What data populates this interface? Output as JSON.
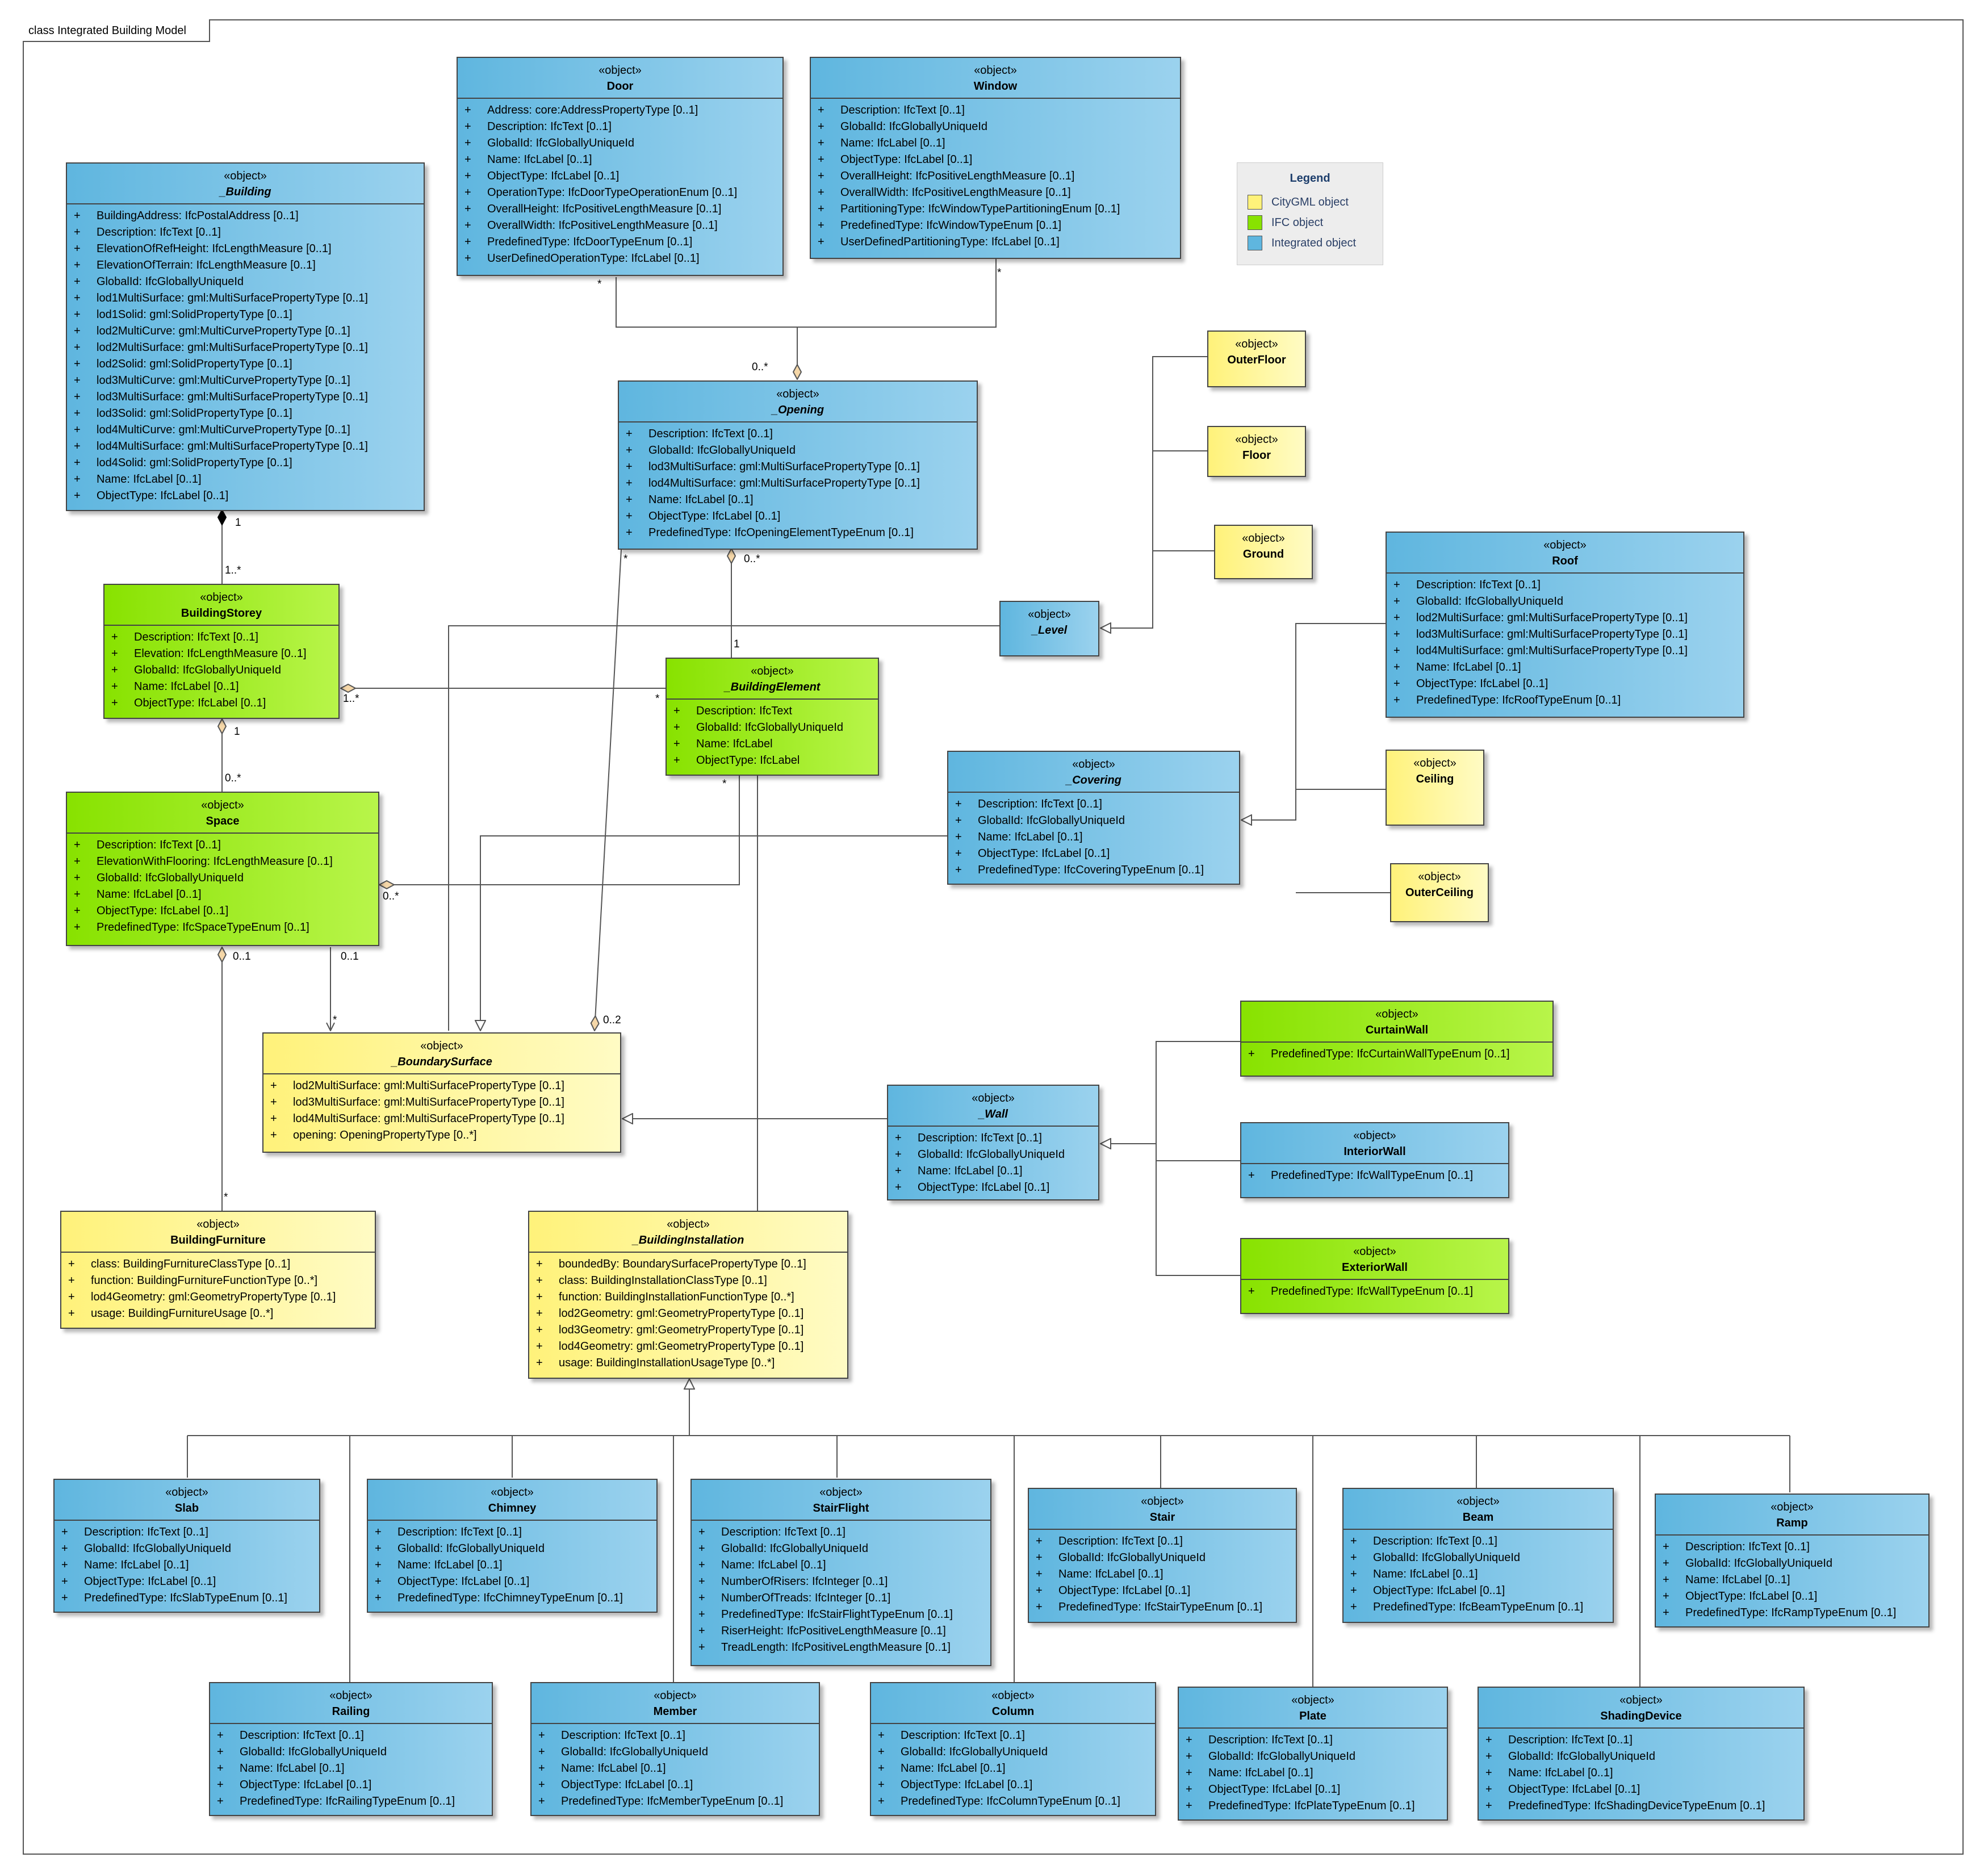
{
  "diagram_title": "class Integrated Building Model",
  "stereotype": "«object»",
  "legend": {
    "title": "Legend",
    "items": [
      {
        "label": "CityGML object",
        "color": "#fff27a"
      },
      {
        "label": "IFC object",
        "color": "#88e200"
      },
      {
        "label": "Integrated object",
        "color": "#5fb6df"
      }
    ]
  },
  "classes": {
    "door": {
      "name": "Door",
      "attrs": [
        "Address: core:AddressPropertyType [0..1]",
        "Description: IfcText [0..1]",
        "GlobalId: IfcGloballyUniqueId",
        "Name: IfcLabel [0..1]",
        "ObjectType: IfcLabel [0..1]",
        "OperationType: IfcDoorTypeOperationEnum [0..1]",
        "OverallHeight: IfcPositiveLengthMeasure [0..1]",
        "OverallWidth: IfcPositiveLengthMeasure [0..1]",
        "PredefinedType: IfcDoorTypeEnum [0..1]",
        "UserDefinedOperationType: IfcLabel [0..1]"
      ]
    },
    "window": {
      "name": "Window",
      "attrs": [
        "Description: IfcText [0..1]",
        "GlobalId: IfcGloballyUniqueId",
        "Name: IfcLabel [0..1]",
        "ObjectType: IfcLabel [0..1]",
        "OverallHeight: IfcPositiveLengthMeasure [0..1]",
        "OverallWidth: IfcPositiveLengthMeasure [0..1]",
        "PartitioningType: IfcWindowTypePartitioningEnum [0..1]",
        "PredefinedType: IfcWindowTypeEnum [0..1]",
        "UserDefinedPartitioningType: IfcLabel [0..1]"
      ]
    },
    "building": {
      "name": "_Building",
      "attrs": [
        "BuildingAddress: IfcPostalAddress [0..1]",
        "Description: IfcText [0..1]",
        "ElevationOfRefHeight: IfcLengthMeasure [0..1]",
        "ElevationOfTerrain: IfcLengthMeasure [0..1]",
        "GlobalId: IfcGloballyUniqueId",
        "lod1MultiSurface: gml:MultiSurfacePropertyType [0..1]",
        "lod1Solid: gml:SolidPropertyType [0..1]",
        "lod2MultiCurve: gml:MultiCurvePropertyType [0..1]",
        "lod2MultiSurface: gml:MultiSurfacePropertyType [0..1]",
        "lod2Solid: gml:SolidPropertyType [0..1]",
        "lod3MultiCurve: gml:MultiCurvePropertyType [0..1]",
        "lod3MultiSurface: gml:MultiSurfacePropertyType [0..1]",
        "lod3Solid: gml:SolidPropertyType [0..1]",
        "lod4MultiCurve: gml:MultiCurvePropertyType [0..1]",
        "lod4MultiSurface: gml:MultiSurfacePropertyType [0..1]",
        "lod4Solid: gml:SolidPropertyType [0..1]",
        "Name: IfcLabel [0..1]",
        "ObjectType: IfcLabel [0..1]"
      ]
    },
    "opening": {
      "name": "_Opening",
      "attrs": [
        "Description: IfcText [0..1]",
        "GlobalId: IfcGloballyUniqueId",
        "lod3MultiSurface: gml:MultiSurfacePropertyType [0..1]",
        "lod4MultiSurface: gml:MultiSurfacePropertyType [0..1]",
        "Name: IfcLabel [0..1]",
        "ObjectType: IfcLabel [0..1]",
        "PredefinedType: IfcOpeningElementTypeEnum [0..1]"
      ]
    },
    "outerfloor": {
      "name": "OuterFloor",
      "attrs": []
    },
    "floor": {
      "name": "Floor",
      "attrs": []
    },
    "ground": {
      "name": "Ground",
      "attrs": []
    },
    "level": {
      "name": "_Level",
      "attrs": []
    },
    "roof": {
      "name": "Roof",
      "attrs": [
        "Description: IfcText [0..1]",
        "GlobalId: IfcGloballyUniqueId",
        "lod2MultiSurface: gml:MultiSurfacePropertyType [0..1]",
        "lod3MultiSurface: gml:MultiSurfacePropertyType [0..1]",
        "lod4MultiSurface: gml:MultiSurfacePropertyType [0..1]",
        "Name: IfcLabel [0..1]",
        "ObjectType: IfcLabel [0..1]",
        "PredefinedType: IfcRoofTypeEnum [0..1]"
      ]
    },
    "storey": {
      "name": "BuildingStorey",
      "attrs": [
        "Description: IfcText [0..1]",
        "Elevation: IfcLengthMeasure [0..1]",
        "GlobalId: IfcGloballyUniqueId",
        "Name: IfcLabel [0..1]",
        "ObjectType: IfcLabel [0..1]"
      ]
    },
    "element": {
      "name": "_BuildingElement",
      "attrs": [
        "Description: IfcText",
        "GlobalId: IfcGloballyUniqueId",
        "Name: IfcLabel",
        "ObjectType: IfcLabel"
      ]
    },
    "covering": {
      "name": "_Covering",
      "attrs": [
        "Description: IfcText [0..1]",
        "GlobalId: IfcGloballyUniqueId",
        "Name: IfcLabel [0..1]",
        "ObjectType: IfcLabel [0..1]",
        "PredefinedType: IfcCoveringTypeEnum [0..1]"
      ]
    },
    "ceiling": {
      "name": "Ceiling",
      "attrs": []
    },
    "outerceiling": {
      "name": "OuterCeiling",
      "attrs": []
    },
    "space": {
      "name": "Space",
      "attrs": [
        "Description: IfcText [0..1]",
        "ElevationWithFlooring: IfcLengthMeasure [0..1]",
        "GlobalId: IfcGloballyUniqueId",
        "Name: IfcLabel [0..1]",
        "ObjectType: IfcLabel [0..1]",
        "PredefinedType: IfcSpaceTypeEnum [0..1]"
      ]
    },
    "curtainwall": {
      "name": "CurtainWall",
      "attrs": [
        "PredefinedType: IfcCurtainWallTypeEnum [0..1]"
      ]
    },
    "boundary": {
      "name": "_BoundarySurface",
      "attrs": [
        "lod2MultiSurface: gml:MultiSurfacePropertyType [0..1]",
        "lod3MultiSurface: gml:MultiSurfacePropertyType [0..1]",
        "lod4MultiSurface: gml:MultiSurfacePropertyType [0..1]",
        "opening: OpeningPropertyType [0..*]"
      ]
    },
    "wall": {
      "name": "_Wall",
      "attrs": [
        "Description: IfcText [0..1]",
        "GlobalId: IfcGloballyUniqueId",
        "Name: IfcLabel [0..1]",
        "ObjectType: IfcLabel [0..1]"
      ]
    },
    "interiorwall": {
      "name": "InteriorWall",
      "attrs": [
        "PredefinedType: IfcWallTypeEnum [0..1]"
      ]
    },
    "exteriorwall": {
      "name": "ExteriorWall",
      "attrs": [
        "PredefinedType: IfcWallTypeEnum [0..1]"
      ]
    },
    "furniture": {
      "name": "BuildingFurniture",
      "attrs": [
        "class: BuildingFurnitureClassType [0..1]",
        "function: BuildingFurnitureFunctionType [0..*]",
        "lod4Geometry: gml:GeometryPropertyType [0..1]",
        "usage: BuildingFurnitureUsage [0..*]"
      ]
    },
    "installation": {
      "name": "_BuildingInstallation",
      "attrs": [
        "boundedBy: BoundarySurfacePropertyType [0..1]",
        "class: BuildingInstallationClassType [0..1]",
        "function: BuildingInstallationFunctionType [0..*]",
        "lod2Geometry: gml:GeometryPropertyType [0..1]",
        "lod3Geometry: gml:GeometryPropertyType [0..1]",
        "lod4Geometry: gml:GeometryPropertyType [0..1]",
        "usage: BuildingInstallationUsageType [0..*]"
      ]
    },
    "slab": {
      "name": "Slab",
      "attrs": [
        "Description: IfcText [0..1]",
        "GlobalId: IfcGloballyUniqueId",
        "Name: IfcLabel [0..1]",
        "ObjectType: IfcLabel [0..1]",
        "PredefinedType: IfcSlabTypeEnum [0..1]"
      ]
    },
    "chimney": {
      "name": "Chimney",
      "attrs": [
        "Description: IfcText [0..1]",
        "GlobalId: IfcGloballyUniqueId",
        "Name: IfcLabel [0..1]",
        "ObjectType: IfcLabel [0..1]",
        "PredefinedType: IfcChimneyTypeEnum [0..1]"
      ]
    },
    "stairflight": {
      "name": "StairFlight",
      "attrs": [
        "Description: IfcText [0..1]",
        "GlobalId: IfcGloballyUniqueId",
        "Name: IfcLabel [0..1]",
        "NumberOfRisers: IfcInteger [0..1]",
        "NumberOfTreads: IfcInteger [0..1]",
        "PredefinedType: IfcStairFlightTypeEnum [0..1]",
        "RiserHeight: IfcPositiveLengthMeasure [0..1]",
        "TreadLength: IfcPositiveLengthMeasure [0..1]"
      ]
    },
    "stair": {
      "name": "Stair",
      "attrs": [
        "Description: IfcText [0..1]",
        "GlobalId: IfcGloballyUniqueId",
        "Name: IfcLabel [0..1]",
        "ObjectType: IfcLabel [0..1]",
        "PredefinedType: IfcStairTypeEnum [0..1]"
      ]
    },
    "beam": {
      "name": "Beam",
      "attrs": [
        "Description: IfcText [0..1]",
        "GlobalId: IfcGloballyUniqueId",
        "Name: IfcLabel [0..1]",
        "ObjectType: IfcLabel [0..1]",
        "PredefinedType: IfcBeamTypeEnum [0..1]"
      ]
    },
    "ramp": {
      "name": "Ramp",
      "attrs": [
        "Description: IfcText [0..1]",
        "GlobalId: IfcGloballyUniqueId",
        "Name: IfcLabel [0..1]",
        "ObjectType: IfcLabel [0..1]",
        "PredefinedType: IfcRampTypeEnum [0..1]"
      ]
    },
    "railing": {
      "name": "Railing",
      "attrs": [
        "Description: IfcText [0..1]",
        "GlobalId: IfcGloballyUniqueId",
        "Name: IfcLabel [0..1]",
        "ObjectType: IfcLabel [0..1]",
        "PredefinedType: IfcRailingTypeEnum [0..1]"
      ]
    },
    "member": {
      "name": "Member",
      "attrs": [
        "Description: IfcText [0..1]",
        "GlobalId: IfcGloballyUniqueId",
        "Name: IfcLabel [0..1]",
        "ObjectType: IfcLabel [0..1]",
        "PredefinedType: IfcMemberTypeEnum [0..1]"
      ]
    },
    "column": {
      "name": "Column",
      "attrs": [
        "Description: IfcText [0..1]",
        "GlobalId: IfcGloballyUniqueId",
        "Name: IfcLabel [0..1]",
        "ObjectType: IfcLabel [0..1]",
        "PredefinedType: IfcColumnTypeEnum [0..1]"
      ]
    },
    "plate": {
      "name": "Plate",
      "attrs": [
        "Description: IfcText [0..1]",
        "GlobalId: IfcGloballyUniqueId",
        "Name: IfcLabel [0..1]",
        "ObjectType: IfcLabel [0..1]",
        "PredefinedType: IfcPlateTypeEnum [0..1]"
      ]
    },
    "shading": {
      "name": "ShadingDevice",
      "attrs": [
        "Description: IfcText [0..1]",
        "GlobalId: IfcGloballyUniqueId",
        "Name: IfcLabel [0..1]",
        "ObjectType: IfcLabel [0..1]",
        "PredefinedType: IfcShadingDeviceTypeEnum [0..1]"
      ]
    }
  },
  "multiplicities": {
    "door_star": "*",
    "window_star": "*",
    "opening_0n": "0..*",
    "building_1": "1",
    "storey_1n": "1..*",
    "opening_0n_b": "0..*",
    "element_1": "1",
    "storey_1n_b": "1..*",
    "element_star": "*",
    "storey_1": "1",
    "space_0n": "0..*",
    "element_star_b": "*",
    "space_0n_b": "0..*",
    "space_01_a": "0..1",
    "space_01_b": "0..1",
    "boundary_star": "*",
    "boundary_02": "0..2",
    "opening_star": "*",
    "furniture_star": "*"
  }
}
